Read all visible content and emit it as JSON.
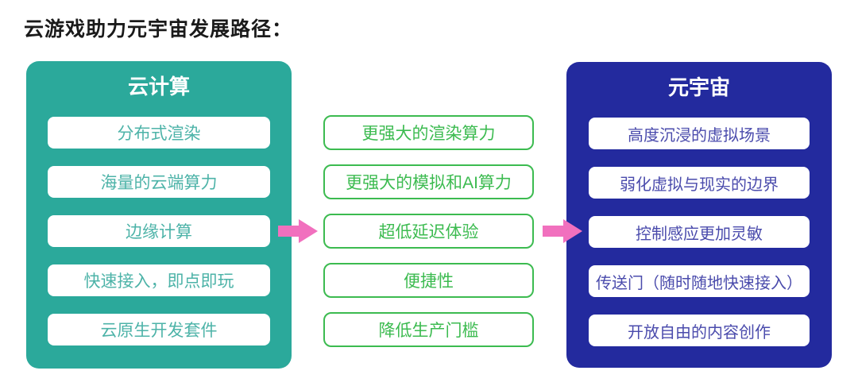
{
  "page": {
    "title": "云游戏助力元宇宙发展路径："
  },
  "colors": {
    "teal": "#2BA99B",
    "teal_text": "#4DB3A8",
    "navy": "#232A9E",
    "navy_text": "#4A4BAC",
    "green": "#3CBB50",
    "pink": "#F170BE",
    "title_text": "#1A1A1A"
  },
  "left_panel": {
    "title": "云计算",
    "items": [
      "分布式渲染",
      "海量的云端算力",
      "边缘计算",
      "快速接入，即点即玩",
      "云原生开发套件"
    ]
  },
  "middle_panel": {
    "items": [
      "更强大的渲染算力",
      "更强大的模拟和AI算力",
      "超低延迟体验",
      "便捷性",
      "降低生产门槛"
    ]
  },
  "right_panel": {
    "title": "元宇宙",
    "items": [
      "高度沉浸的虚拟场景",
      "弱化虚拟与现实的边界",
      "控制感应更加灵敏",
      "传送门（随时随地快速接入）",
      "开放自由的内容创作"
    ]
  },
  "arrows": [
    {
      "name": "cloud-to-benefits"
    },
    {
      "name": "benefits-to-metaverse"
    }
  ]
}
